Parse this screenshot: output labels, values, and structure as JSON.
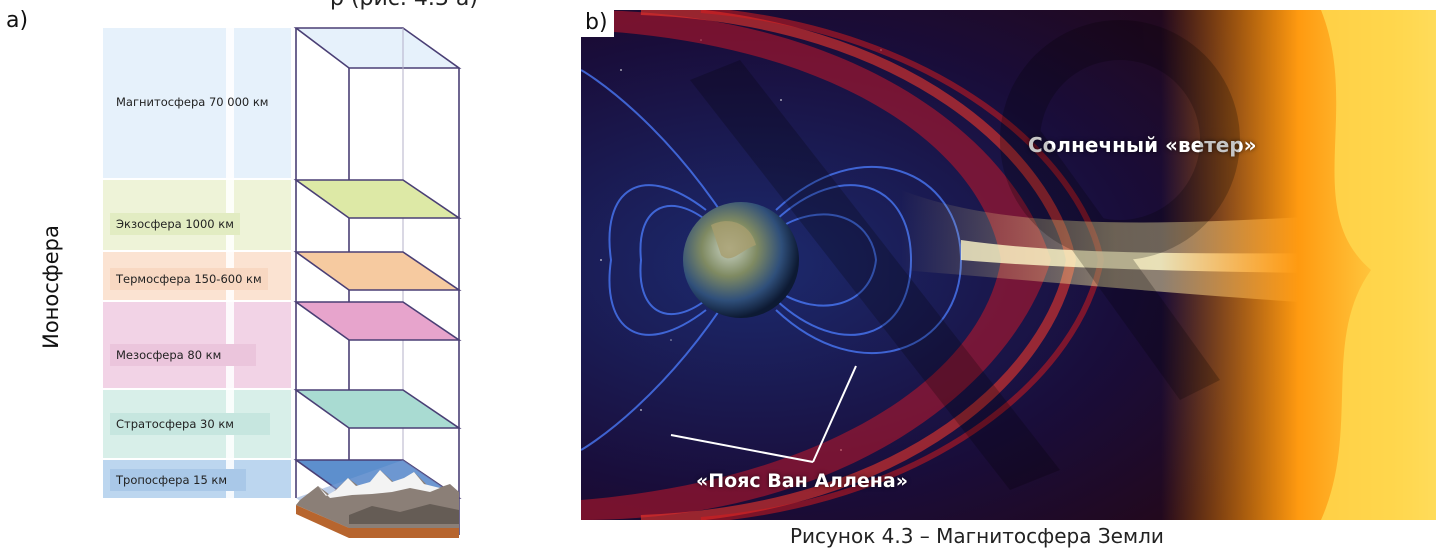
{
  "figure": {
    "top_cropped_text": "р (рис. 4.3 а)",
    "panel_a_label": "a)",
    "panel_b_label": "b)",
    "caption": "Рисунок 4.3 – Магнитосфера Земли"
  },
  "layers_diagram": {
    "side_label": "Ионосфера",
    "bands": [
      {
        "label": "Магнитосфера 70 000 км",
        "color": "#e6f1fb"
      },
      {
        "label": "Экзосфера 1000 км",
        "color": "#eef3d8"
      },
      {
        "label": "Термосфера 150-600 км",
        "color": "#fbe3d2"
      },
      {
        "label": "Мезосфера 80 км",
        "color": "#f2d3e6"
      },
      {
        "label": "Стратосфера 30 км",
        "color": "#d8efe9"
      },
      {
        "label": "Тропосфера 15 км",
        "color": "#bcd6ef"
      }
    ],
    "plane_colors": [
      "#dde9a6",
      "#f6caa0",
      "#e7a4cc",
      "#a9dbd2",
      "#5d8fcd"
    ]
  },
  "photo": {
    "solar_wind_label": "Солнечный «ветер»",
    "van_allen_label": "«Пояс Ван Аллена»"
  }
}
